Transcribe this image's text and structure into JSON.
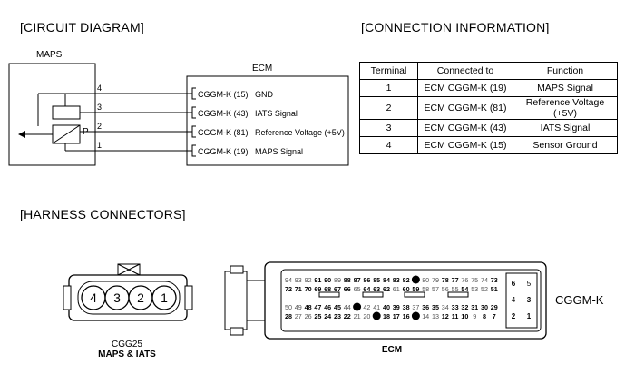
{
  "sections": {
    "circuit": "[CIRCUIT DIAGRAM]",
    "connection": "[CONNECTION INFORMATION]",
    "harness": "[HARNESS CONNECTORS]"
  },
  "circuit": {
    "sensor_label": "MAPS",
    "ecm_label": "ECM",
    "p_label": "P",
    "pins": [
      {
        "pin": "4",
        "ecm_pin": "CGGM-K (15)",
        "signal": "GND"
      },
      {
        "pin": "3",
        "ecm_pin": "CGGM-K (43)",
        "signal": "IATS  Signal"
      },
      {
        "pin": "2",
        "ecm_pin": "CGGM-K (81)",
        "signal": "Reference Voltage (+5V)"
      },
      {
        "pin": "1",
        "ecm_pin": "CGGM-K (19)",
        "signal": "MAPS Signal"
      }
    ]
  },
  "table": {
    "headers": [
      "Terminal",
      "Connected to",
      "Function"
    ],
    "rows": [
      [
        "1",
        "ECM CGGM-K (19)",
        "MAPS Signal"
      ],
      [
        "2",
        "ECM CGGM-K (81)",
        "Reference Voltage (+5V)"
      ],
      [
        "3",
        "ECM CGGM-K (43)",
        "IATS Signal"
      ],
      [
        "4",
        "ECM CGGM-K (15)",
        "Sensor Ground"
      ]
    ]
  },
  "connector": {
    "cgg25_pins": [
      "4",
      "3",
      "2",
      "1"
    ],
    "cgg25_code": "CGG25",
    "cgg25_name": "MAPS & IATS",
    "ecm_caption": "ECM",
    "ecm_connector": "CGGM-K",
    "row1": [
      "94",
      "93",
      "92",
      "91",
      "90",
      "89",
      "88",
      "87",
      "86",
      "85",
      "84",
      "83",
      "82",
      "",
      "80",
      "79",
      "78",
      "77",
      "76",
      "75",
      "74",
      "73"
    ],
    "row2": [
      "72",
      "71",
      "70",
      "69",
      "68",
      "67",
      "66",
      "65",
      "64",
      "63",
      "62",
      "61",
      "60",
      "59",
      "58",
      "57",
      "56",
      "55",
      "54",
      "53",
      "52",
      "51"
    ],
    "row3": [
      "50",
      "49",
      "48",
      "47",
      "46",
      "45",
      "44",
      "",
      "42",
      "41",
      "40",
      "39",
      "38",
      "37",
      "36",
      "35",
      "34",
      "33",
      "32",
      "31",
      "30",
      "29"
    ],
    "row4": [
      "28",
      "27",
      "26",
      "25",
      "24",
      "23",
      "22",
      "21",
      "20",
      "",
      "18",
      "17",
      "16",
      "",
      "14",
      "13",
      "12",
      "11",
      "10",
      "9",
      "8",
      "7"
    ],
    "side": [
      "6",
      "5",
      "4",
      "3",
      "2",
      "1"
    ]
  }
}
